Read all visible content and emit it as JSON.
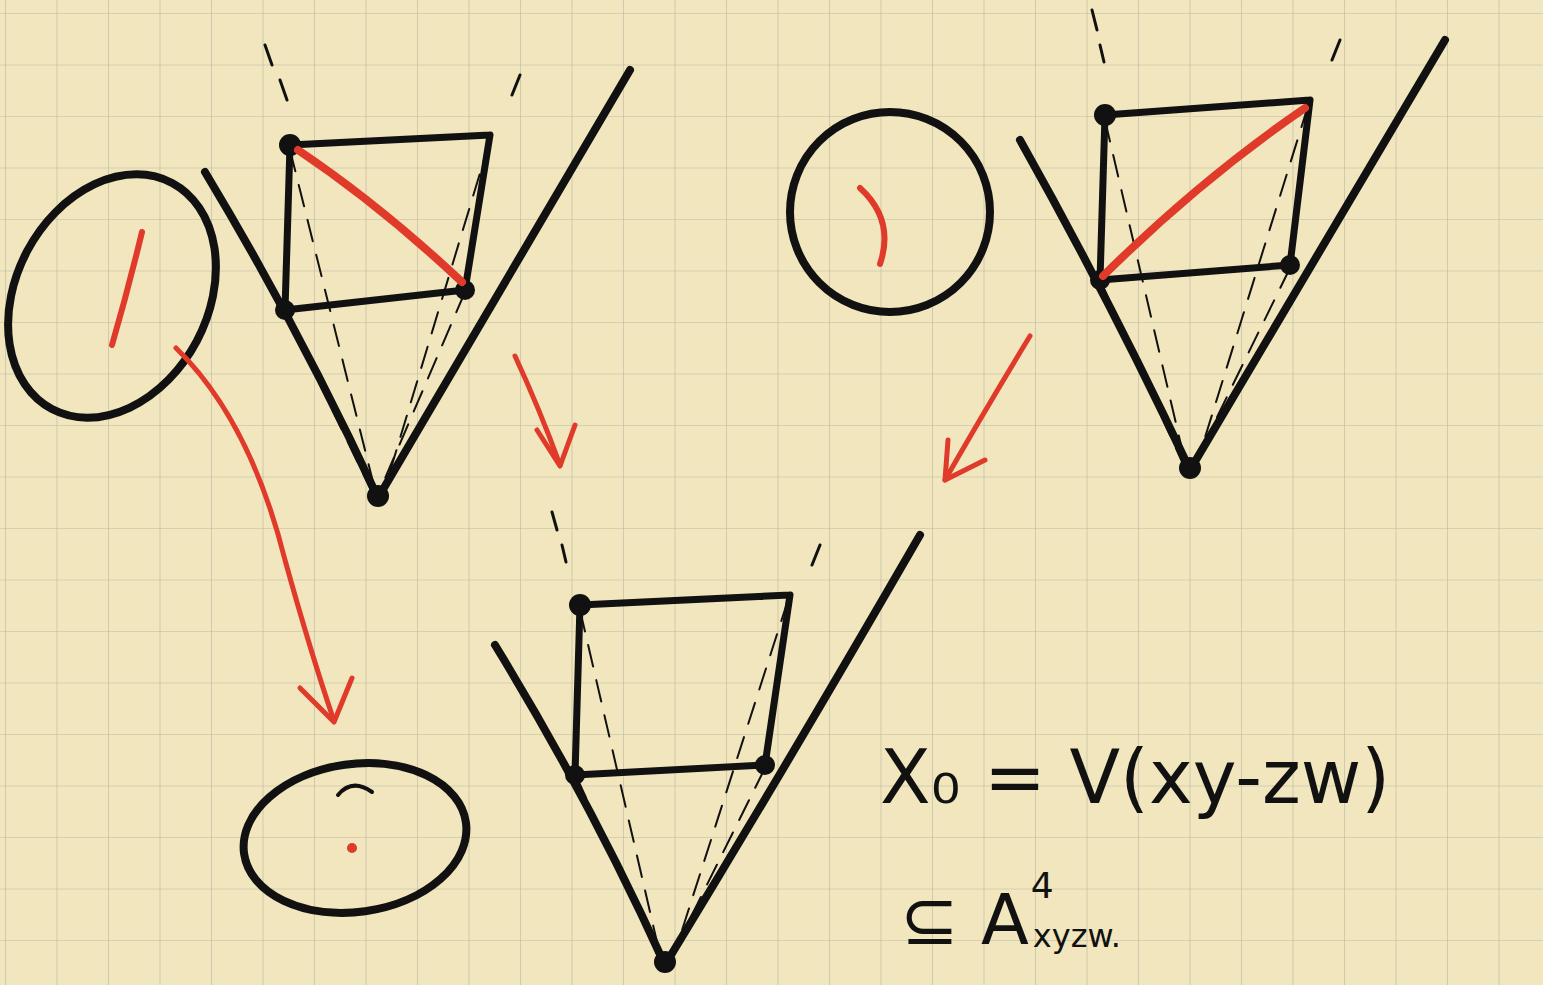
{
  "diagram": {
    "labels": [
      "X₀ = V(xy-zw)",
      "⊆ A",
      "4",
      "xyzw."
    ]
  }
}
